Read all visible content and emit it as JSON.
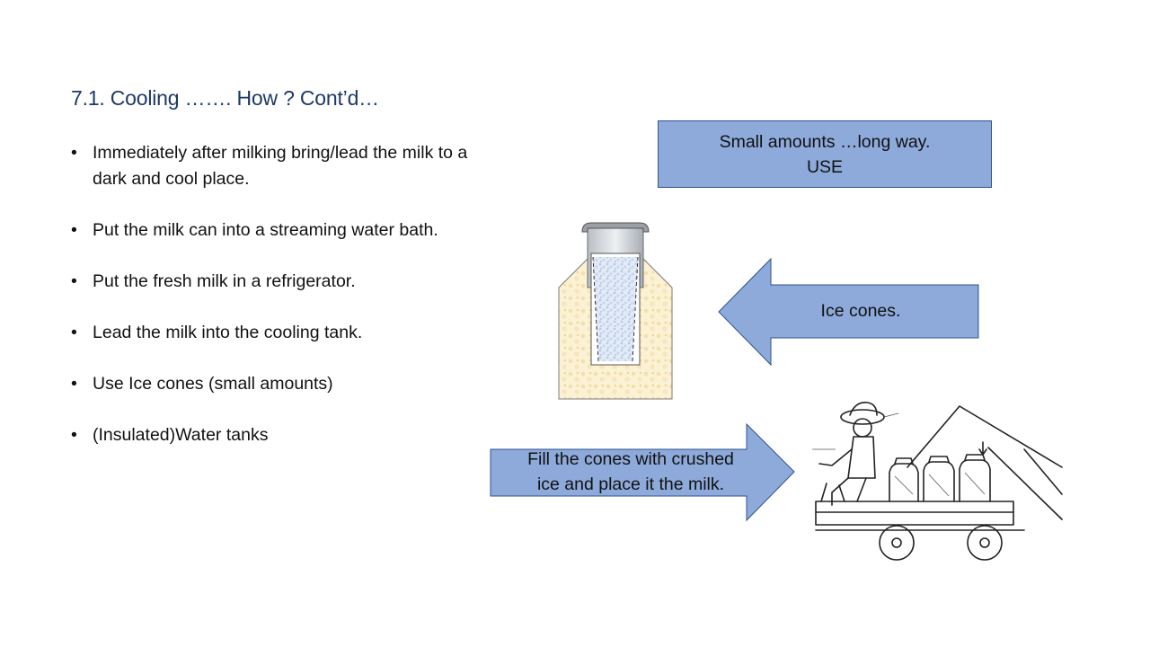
{
  "slide": {
    "title": "7.1. Cooling ……. How ? Cont’d…",
    "bullets": [
      "Immediately after milking bring/lead the milk to a dark and cool place.",
      "Put the milk can into a streaming water bath.",
      "Put the fresh milk in a refrigerator.",
      "Lead the milk into the cooling tank.",
      "Use Ice cones (small amounts)",
      "(Insulated)Water tanks"
    ],
    "use_box": {
      "line1": "Small amounts …long way.",
      "line2": "USE"
    },
    "ice_arrow_label": "Ice cones.",
    "fill_arrow_label_line1": "Fill the cones with crushed",
    "fill_arrow_label_line2": "ice and place it the milk."
  },
  "colors": {
    "title": "#1f3864",
    "shape_fill": "#8eaadb",
    "shape_border": "#2f528f"
  },
  "illustrations": {
    "ice_cone_can": "ice-cone-in-milk-can-diagram",
    "cart": "man-on-cart-with-milk-cans-sketch"
  }
}
